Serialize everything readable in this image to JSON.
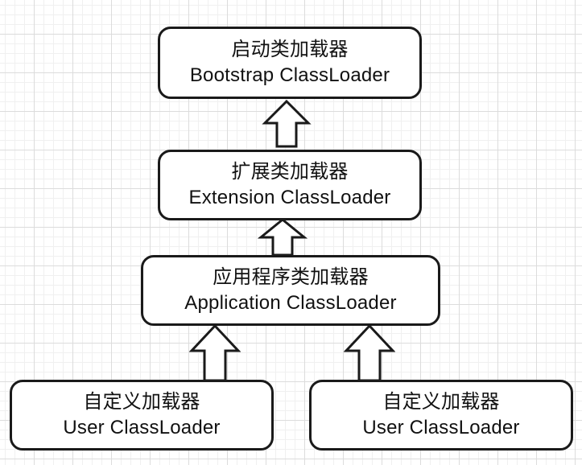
{
  "nodes": {
    "bootstrap": {
      "zh": "启动类加载器",
      "en": "Bootstrap ClassLoader"
    },
    "extension": {
      "zh": "扩展类加载器",
      "en": "Extension ClassLoader"
    },
    "application": {
      "zh": "应用程序类加载器",
      "en": "Application ClassLoader"
    },
    "user_left": {
      "zh": "自定义加载器",
      "en": "User ClassLoader"
    },
    "user_right": {
      "zh": "自定义加载器",
      "en": "User ClassLoader"
    }
  },
  "edges": [
    {
      "from": "extension",
      "to": "bootstrap"
    },
    {
      "from": "application",
      "to": "extension"
    },
    {
      "from": "user_left",
      "to": "application"
    },
    {
      "from": "user_right",
      "to": "application"
    }
  ],
  "colors": {
    "stroke": "#1a1a1a",
    "fill": "#ffffff",
    "text": "#111111"
  }
}
